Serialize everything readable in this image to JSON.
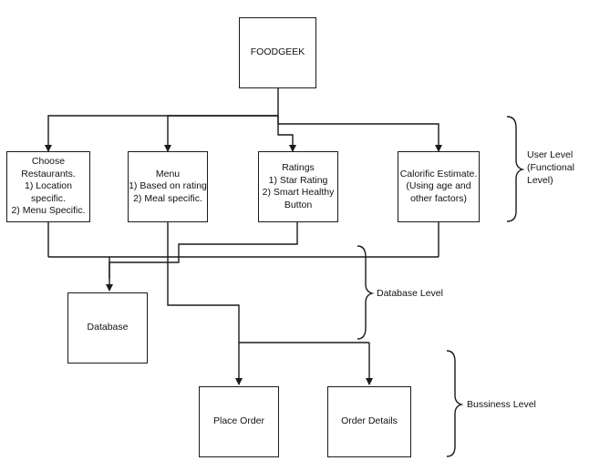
{
  "nodes": {
    "foodgeek": {
      "lines": [
        "FOODGEEK"
      ]
    },
    "choose_restaurants": {
      "lines": [
        "Choose",
        "Restaurants.",
        "1) Location",
        "specific.",
        "2) Menu Specific."
      ]
    },
    "menu": {
      "lines": [
        "Menu",
        "1) Based on rating",
        "2) Meal specific."
      ]
    },
    "ratings": {
      "lines": [
        "Ratings",
        "1) Star Rating",
        "2) Smart Healthy",
        "Button"
      ]
    },
    "calorific_estimate": {
      "lines": [
        "Calorific Estimate.",
        "(Using age and",
        "other factors)"
      ]
    },
    "database": {
      "lines": [
        "Database"
      ]
    },
    "place_order": {
      "lines": [
        "Place Order"
      ]
    },
    "order_details": {
      "lines": [
        "Order Details"
      ]
    }
  },
  "levels": {
    "user_level": {
      "lines": [
        "User Level",
        "(Functional",
        "Level)"
      ]
    },
    "database_level": {
      "lines": [
        "Database Level"
      ]
    },
    "business_level": {
      "lines": [
        "Bussiness Level"
      ]
    }
  },
  "colors": {
    "line": "#1a1a1a",
    "text": "#111111",
    "background": "#ffffff"
  }
}
